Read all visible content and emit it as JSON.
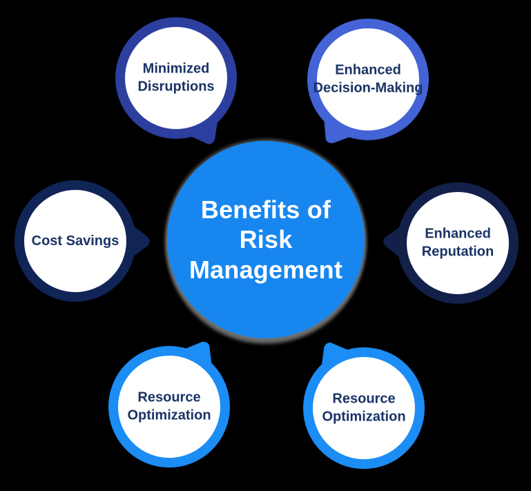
{
  "background_color": "#000000",
  "label_text_color": "#1a3365",
  "center": {
    "label": "Benefits of Risk Management",
    "label_lines": [
      "Benefits of",
      "Risk",
      "Management"
    ],
    "fill": "#1787ef",
    "text_color": "#ffffff"
  },
  "bubbles": [
    {
      "id": "minimized-disruptions",
      "label": "Minimized Disruptions",
      "color": "#2d3f9e"
    },
    {
      "id": "enhanced-decision-making",
      "label": "Enhanced Decision-Making",
      "color": "#4363d6"
    },
    {
      "id": "cost-savings",
      "label": "Cost Savings",
      "color": "#102456"
    },
    {
      "id": "enhanced-reputation",
      "label": "Enhanced Reputation",
      "color": "#12204a"
    },
    {
      "id": "resource-optimization-left",
      "label": "Resource Optimization",
      "color": "#1b8df4"
    },
    {
      "id": "resource-optimization-right",
      "label": "Resource Optimization",
      "color": "#1b8df4"
    }
  ]
}
